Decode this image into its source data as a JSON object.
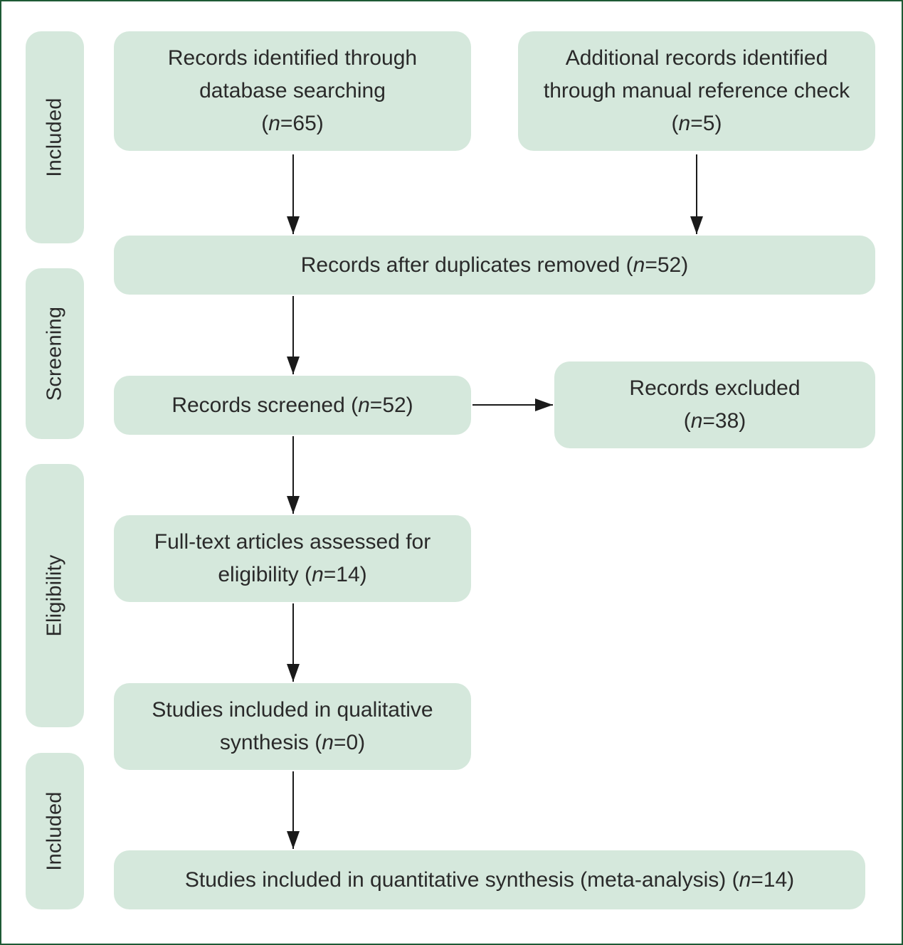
{
  "stages": [
    {
      "id": "identification",
      "label": "Included"
    },
    {
      "id": "screening",
      "label": "Screening"
    },
    {
      "id": "eligibility",
      "label": "Eligibility"
    },
    {
      "id": "included",
      "label": "Included"
    }
  ],
  "boxes": {
    "database": {
      "line1": "Records identified through",
      "line2_pre": "database searching",
      "line3_pre": "(",
      "n_symbol": "n",
      "line3_post": "=65)"
    },
    "additional": {
      "line1": "Additional records identified",
      "line2_pre": "through manual reference check",
      "line3_pre": "(",
      "n_symbol": "n",
      "line3_post": "=5)"
    },
    "duplicates": {
      "pre": "Records after duplicates removed (",
      "n_symbol": "n",
      "post": "=52)"
    },
    "screened": {
      "pre": "Records screened (",
      "n_symbol": "n",
      "post": "=52)"
    },
    "excluded": {
      "line1": "Records excluded",
      "line2_pre": "(",
      "n_symbol": "n",
      "line2_post": "=38)"
    },
    "fulltext": {
      "line1": "Full-text articles assessed for",
      "line2_pre": "eligibility (",
      "n_symbol": "n",
      "line2_post": "=14)"
    },
    "qualitative": {
      "line1": "Studies included in qualitative",
      "line2_pre": "synthesis (",
      "n_symbol": "n",
      "line2_post": "=0)"
    },
    "quantitative": {
      "pre": "Studies included in quantitative synthesis (meta-analysis) (",
      "n_symbol": "n",
      "post": "=14)"
    }
  },
  "colors": {
    "box_fill": "#d5e8dc",
    "frame_border": "#1e5a35",
    "arrow": "#1a1a1a"
  }
}
